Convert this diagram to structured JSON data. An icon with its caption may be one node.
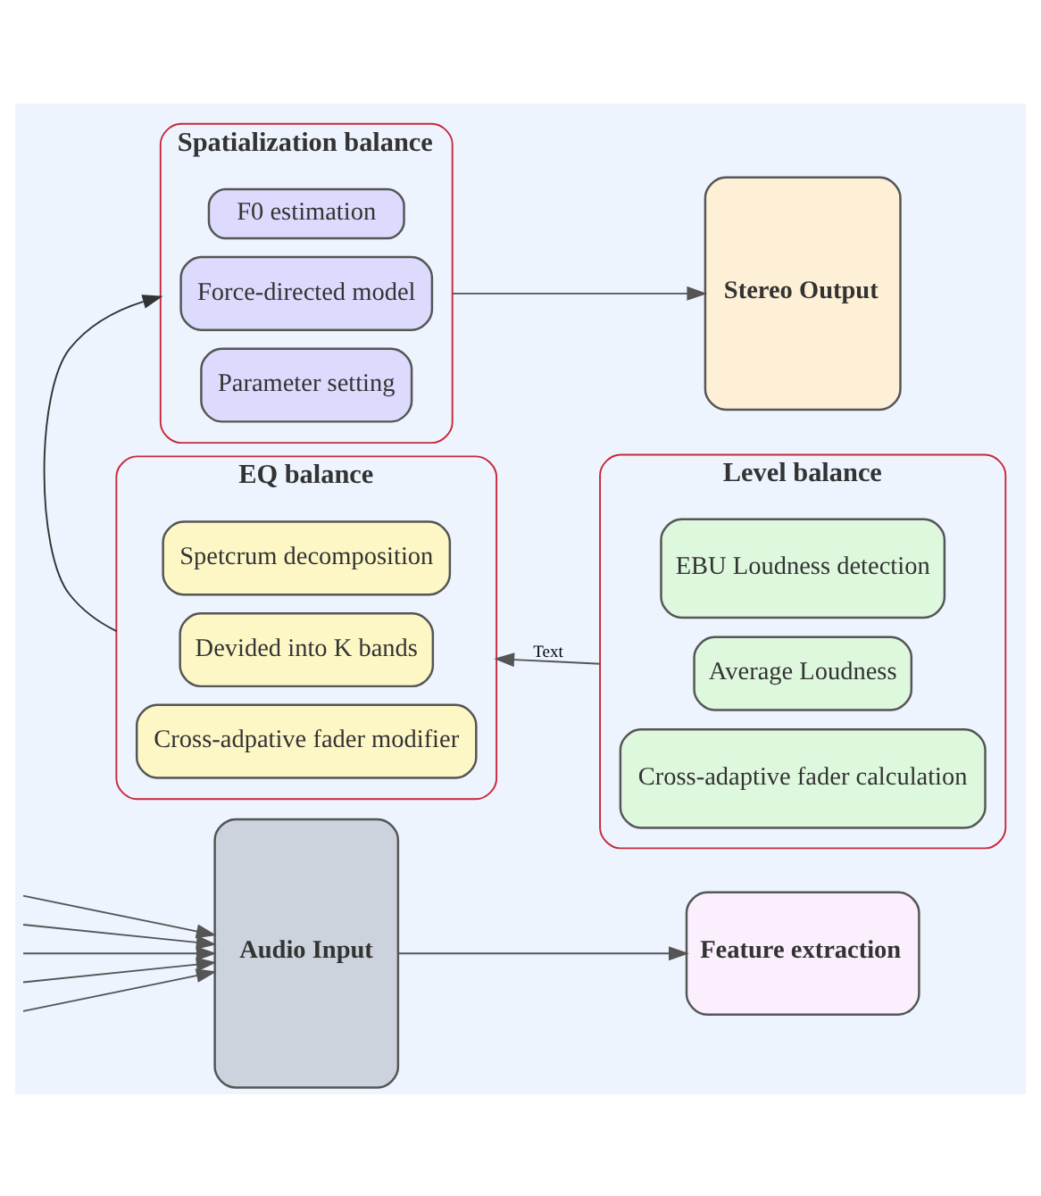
{
  "diagram": {
    "nodes": [
      {
        "text": [
          "Audio Input"
        ]
      },
      {
        "text": [
          "Feature extraction"
        ]
      },
      {
        "text": [
          "EQ balance"
        ]
      },
      {
        "text": [
          "Spetcrum decomposition"
        ],
        "in": 2
      },
      {
        "text": [
          "Devided into K bands"
        ],
        "in": 2
      },
      {
        "text": [
          "Cross-adpative fader modifier"
        ],
        "in": 2
      },
      {
        "text": [
          "Level balance"
        ]
      },
      {
        "text": [
          "EBU Loudness detection"
        ],
        "in": 6
      },
      {
        "text": [
          "Average Loudness"
        ],
        "in": 6
      },
      {
        "text": [
          "Cross-adaptive fader calculation"
        ],
        "in": 6
      },
      {
        "text": [
          "Spatialization balance"
        ]
      },
      {
        "text": [
          "F0 estimation"
        ],
        "in": 10
      },
      {
        "text": [
          "Force-directed model"
        ],
        "in": 10
      },
      {
        "text": [
          "Parameter setting"
        ],
        "in": 10
      },
      {
        "text": [
          "Stereo Output"
        ]
      }
    ],
    "edges": [
      {
        "from": null,
        "to": 0,
        "arrow": "to"
      },
      {
        "from": null,
        "to": 0,
        "arrow": "to"
      },
      {
        "from": null,
        "to": 0,
        "arrow": "to"
      },
      {
        "from": null,
        "to": 0,
        "arrow": "to"
      },
      {
        "from": null,
        "to": 0,
        "arrow": "to"
      },
      {
        "from": 0,
        "to": 1,
        "arrow": "to"
      },
      {
        "from": 6,
        "to": 2,
        "arrow": "to",
        "label": "Text"
      },
      {
        "from": 2,
        "to": 10,
        "arrow": "to",
        "color": "#333333"
      },
      {
        "from": 10,
        "to": 14,
        "arrow": "to"
      }
    ]
  }
}
